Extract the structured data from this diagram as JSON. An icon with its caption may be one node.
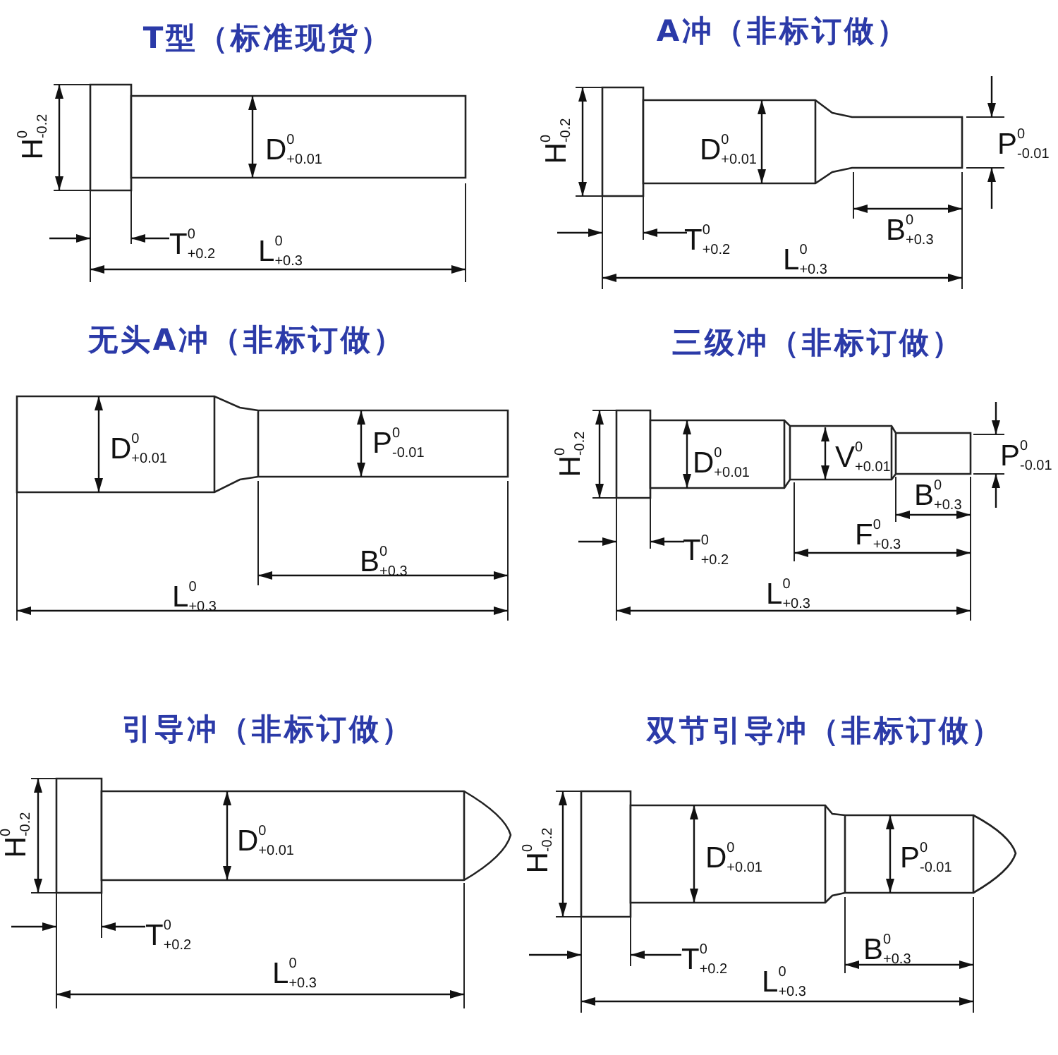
{
  "diagram": {
    "labels": [
      "T型（标准现货）",
      "H$^{0}$$_{-0.2}$",
      "D$^{0}$$_{+0.01}$",
      "T$^{0}$$_{+0.2}$",
      "L$^{0}$$_{+0.3}$",
      "A冲（非标订做）",
      "H$^{0}$$_{-0.2}$",
      "D$^{0}$$_{+0.01}$",
      "P$^{0}$$_{-0.01}$",
      "T$^{0}$$_{+0.2}$",
      "B$^{0}$$_{+0.3}$",
      "L$^{0}$$_{+0.3}$",
      "无头A冲（非标订做）",
      "D$^{0}$$_{+0.01}$",
      "P$^{0}$$_{-0.01}$",
      "B$^{0}$$_{+0.3}$",
      "L$^{0}$$_{+0.3}$",
      "三级冲（非标订做）",
      "H$^{0}$$_{-0.2}$",
      "D$^{0}$$_{+0.01}$",
      "V$^{0}$$_{+0.01}$",
      "P$^{0}$$_{-0.01}$",
      "B$^{0}$$_{+0.3}$",
      "T$^{0}$$_{+0.2}$",
      "F$^{0}$$_{+0.3}$",
      "L$^{0}$$_{+0.3}$",
      "引导冲（非标订做）",
      "H$^{0}$$_{-0.2}$",
      "D$^{0}$$_{+0.01}$",
      "T$^{0}$$_{+0.2}$",
      "L$^{0}$$_{+0.3}$",
      "双节引导冲（非标订做）",
      "H$^{0}$$_{-0.2}$",
      "D$^{0}$$_{+0.01}$",
      "P$^{0}$$_{-0.01}$",
      "T$^{0}$$_{+0.2}$",
      "B$^{0}$$_{+0.3}$",
      "L$^{0}$$_{+0.3}$"
    ]
  }
}
